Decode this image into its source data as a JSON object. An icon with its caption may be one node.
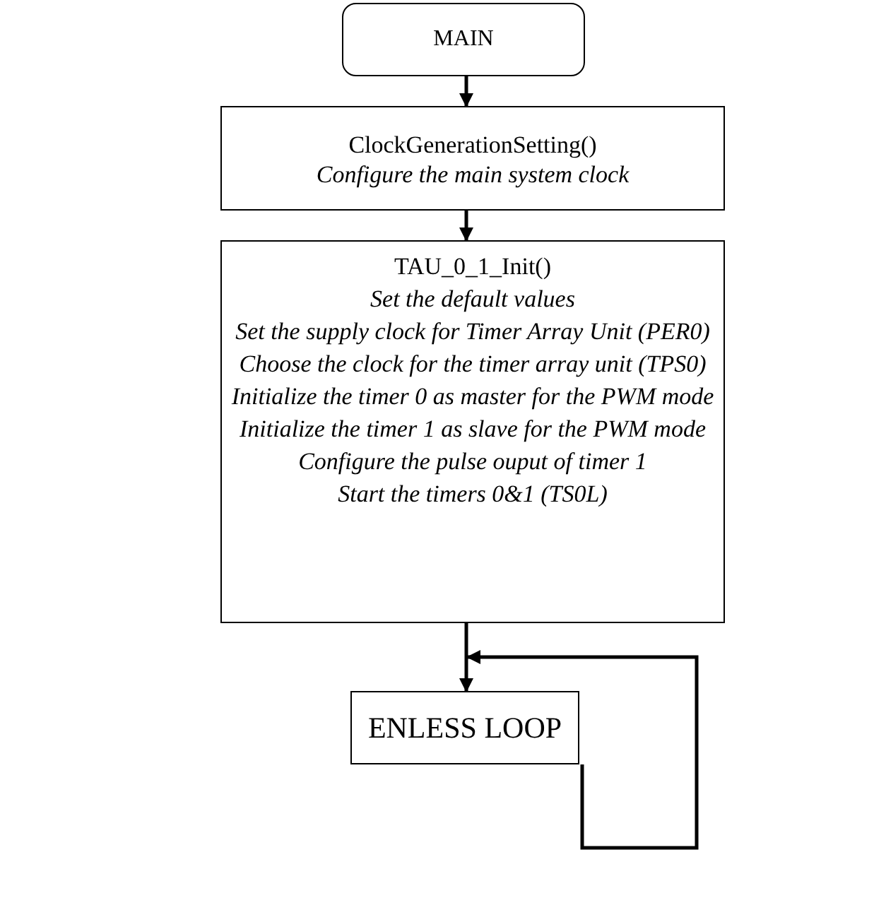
{
  "diagram": {
    "nodes": [
      {
        "text": [
          "MAIN"
        ]
      },
      {
        "text": [
          "ClockGenerationSetting()",
          "Configure the main system clock"
        ]
      },
      {
        "text": [
          "TAU_0_1_Init()",
          "Set the default values",
          "Set the supply clock for Timer Array Unit (PER0)",
          "Choose the clock for the timer array unit (TPS0)",
          "Initialize the timer 0 as master for the PWM mode",
          "Initialize the timer 1 as slave for the PWM mode",
          "Configure the pulse ouput of timer 1",
          "Start the timers 0&1 (TS0L)"
        ]
      },
      {
        "text": [
          "ENLESS LOOP"
        ]
      }
    ],
    "edges": [
      {
        "from": 0,
        "to": 1,
        "arrow": "to"
      },
      {
        "from": 1,
        "to": 2,
        "arrow": "to"
      },
      {
        "from": 2,
        "to": 3,
        "arrow": "to"
      },
      {
        "from": 3,
        "to": 3,
        "arrow": "to"
      }
    ]
  }
}
